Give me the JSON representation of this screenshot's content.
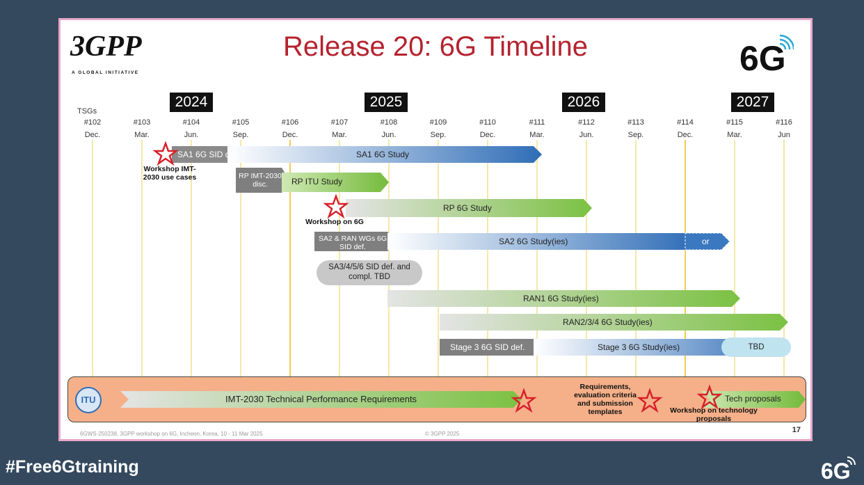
{
  "title": "Release 20: 6G Timeline",
  "logo_3gpp": {
    "mark": "3GPP",
    "tagline": "A GLOBAL INITIATIVE"
  },
  "logo_6g": "6G",
  "tsgs_label": "TSGs",
  "years": [
    "2024",
    "2025",
    "2026",
    "2027"
  ],
  "meetings": [
    {
      "num": "#102",
      "month": "Dec."
    },
    {
      "num": "#103",
      "month": "Mar."
    },
    {
      "num": "#104",
      "month": "Jun."
    },
    {
      "num": "#105",
      "month": "Sep."
    },
    {
      "num": "#106",
      "month": "Dec."
    },
    {
      "num": "#107",
      "month": "Mar."
    },
    {
      "num": "#108",
      "month": "Jun."
    },
    {
      "num": "#109",
      "month": "Sep."
    },
    {
      "num": "#110",
      "month": "Dec."
    },
    {
      "num": "#111",
      "month": "Mar."
    },
    {
      "num": "#112",
      "month": "Jun."
    },
    {
      "num": "#113",
      "month": "Sep."
    },
    {
      "num": "#114",
      "month": "Dec."
    },
    {
      "num": "#115",
      "month": "Mar."
    },
    {
      "num": "#116",
      "month": "Jun"
    }
  ],
  "bars": {
    "sa1_sid": "SA1 6G SID def.",
    "sa1_study": "SA1 6G Study",
    "rp_imt": "RP IMT-2030 disc.",
    "rp_itu": "RP ITU Study",
    "rp_6g": "RP 6G Study",
    "sa2_sid": "SA2 & RAN WGs 6G SID def.",
    "sa2_study": "SA2 6G Study(ies)",
    "or": "or",
    "sa3_cloud": "SA3/4/5/6 SID def. and compl. TBD",
    "ran1": "RAN1 6G Study(ies)",
    "ran234": "RAN2/3/4 6G Study(ies)",
    "stage3_sid": "Stage 3 6G SID def.",
    "stage3_study": "Stage 3 6G Study(ies)",
    "tbd": "TBD"
  },
  "workshops": {
    "imt": "Workshop IMT-2030 use cases",
    "ws6g": "Workshop on 6G"
  },
  "itu": {
    "logo": "ITU",
    "imt_req": "IMT-2030 Technical Performance Requirements",
    "req_eval": "Requirements, evaluation criteria and submission templates",
    "ws_tech": "Workshop on technology proposals",
    "tech_proposals": "Tech proposals"
  },
  "footer": {
    "left": "6GWS-250238, 3GPP workshop on 6G, Incheon, Korea, 10 - 11 Mar 2025",
    "center": "© 3GPP 2025",
    "page": "17"
  },
  "hashtag": "#Free6Gtraining",
  "colors": {
    "title": "#b5222e",
    "blue": "#3a78bf",
    "green": "#7bc142",
    "background": "#34495e"
  }
}
